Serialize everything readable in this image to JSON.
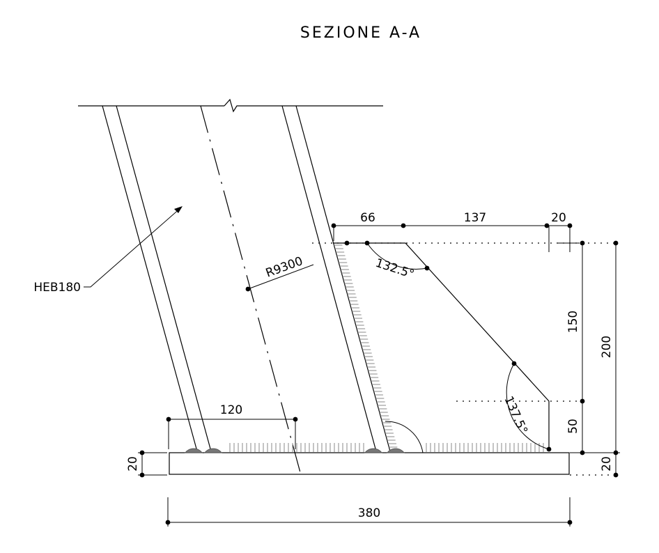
{
  "title": "SEZIONE A-A",
  "labels": {
    "profile": "HEB180",
    "radius": "R9300",
    "angle_top": "132.5°",
    "angle_bottom": "137.5°"
  },
  "dimensions": {
    "d66": "66",
    "d137": "137",
    "d20_top": "20",
    "d120": "120",
    "d380": "380",
    "d150": "150",
    "d200": "200",
    "d50": "50",
    "d20_left": "20",
    "d20_right": "20"
  }
}
